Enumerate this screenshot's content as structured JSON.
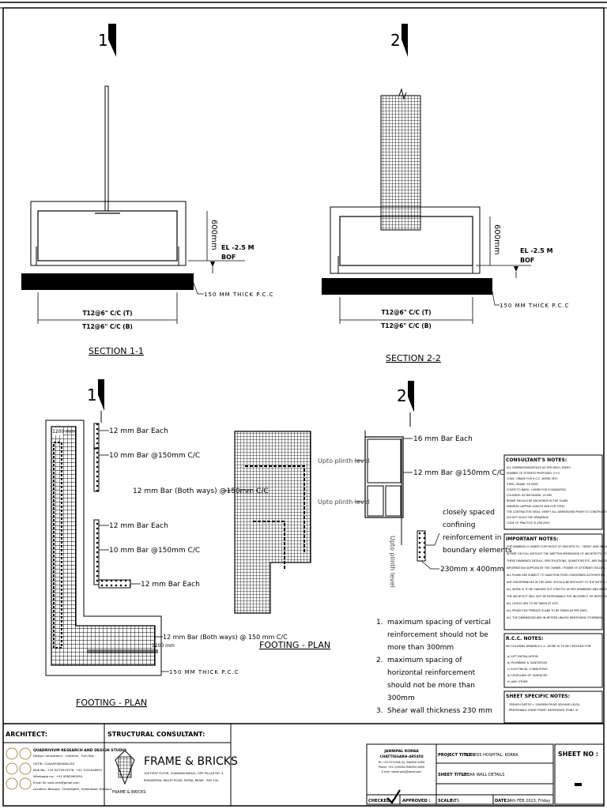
{
  "sheet_labels": {
    "section_marker_1": "1",
    "section_marker_2": "2",
    "section_1_title": "SECTION 1-1",
    "section_2_title": "SECTION 2-2",
    "footing_plan_left": "FOOTING - PLAN",
    "footing_plan_mid": "FOOTING - PLAN"
  },
  "section_1": {
    "depth": "600mm",
    "level": "EL -2.5 M",
    "bof": "BOF",
    "pcc": "150 MM THICK P.C.C",
    "bar_top": "T12@6\" C/C (T)",
    "bar_bottom": "T12@6\" C/C (B)"
  },
  "section_2": {
    "depth": "600mm",
    "level": "EL -2.5 M",
    "bof": "BOF",
    "pcc": "150 MM THICK P.C.C",
    "bar_top": "T12@6\" C/C (T)",
    "bar_bottom": "T12@6\" C/C (B)"
  },
  "plan_left": {
    "width_label": "1200 mm",
    "side_label": "1200 mm",
    "bar_each_1": "12 mm Bar Each",
    "stirrup_1": "10 mm Bar @150mm C/C",
    "both_ways_top": "12 mm Bar (Both ways) @150mm C/C",
    "bar_each_2": "12 mm Bar Each",
    "stirrup_2": "10 mm Bar @150mm C/C",
    "bar_each_3": "12 mm Bar Each",
    "both_ways_bottom": "12 mm Bar (Both ways) @ 150 mm C/C",
    "pcc": "150 MM THICK P.C.C"
  },
  "wall_detail": {
    "bar_each": "16 mm Bar Each",
    "stirrup": "12 mm Bar @150mm C/C",
    "plinth_1": "Upto plinth level",
    "plinth_2": "Upto plinth level",
    "plinth_vertical": "Upto plinth level",
    "confining": [
      "closely spaced",
      "confining",
      "reinforcement in",
      "boundary elements"
    ],
    "element_size": "230mm x 400mm"
  },
  "notes_list": [
    {
      "num": "1.",
      "lines": [
        "maximum spacing of vertical",
        "reinforcement should not be",
        "more than 300mm"
      ]
    },
    {
      "num": "2.",
      "lines": [
        "maximum spacing of",
        "horizontal reinforcement",
        "should not be more than",
        "300mm"
      ]
    },
    {
      "num": "3.",
      "lines": [
        "Shear wall thickness 230 mm"
      ]
    }
  ],
  "notes_panel": {
    "consultant_title": "CONSULTANT'S NOTES:",
    "consultant_lines": [
      "ALL DIMENSIONS/DETAILS AS PER ARCH. DWGS.",
      "NUMBER OF STOREYS PROPOSED: G+3",
      "CONC. GRADE FOR R.C.C. WORK: M25",
      "STEEL GRADE: FE-500D",
      "COVER TO BARS: +40MM FOR FOUNDATION",
      "COLUMNS: 40 MM   BEAMS: 25 MM",
      "REBAR SHOULD BE ANCHORED IN THE SLABS",
      "MINIMUM LAPPING LENGTH 48D FOR STEEL",
      "THE CONTRACTOR SHALL VERIFY ALL DIMENSIONS PRIOR TO CONSTRUCTION",
      "DO NOT SCALE THE DRAWINGS",
      "CODE OF PRACTICE IS 456:2000"
    ],
    "important_title": "IMPORTANT NOTES:",
    "important_lines": [
      "THE DRAWING IS UNDER COPY RIGHT OF ARCHITECTS - \"QRDS\" AND SHALL NOT BE USED",
      "IN PART OR FULL WITHOUT THE WRITTEN PERMISSION OF ARCHITECTS - \"QRDS\"",
      "THESE DRAWINGS DETAILS, SPECIFICATIONS, QUANTITIES ETC. ARE BASED ON THE",
      "INFORMATION SUPPLIED BY THE OWNER / POWER OF ATTORNEY HOLDER, BUILDER",
      "ALL PLANS ARE SUBJECT TO SANCTION FROM CONCERNED AUTHORITIES.",
      "ANY DISCREPANCIES IN THE DWG. SHOULD BE BROUGHT TO THE NOTICE OF THE ARCHITECTS.",
      "ALL WORK IS TO BE CARRIED OUT STRICTLY AS PER DRAWINGS AND INSTRUCTIONS GIVEN AT SITE.",
      "THE ARCHITECT WILL NOT BE RESPONSIBLE FOR INCORRECT OR DEFECTIVE WORK.",
      "ALL LEVELS ARE TO BE TAKEN AT SITE.",
      "ALL PROJECTED TERRACE SLABS TO BE TAKEN AS PER DWG.",
      "ALL THE DIMENSIONS ARE IN METERS UNLESS MENTIONED OTHERWISE."
    ],
    "rcc_title": "R.C.C. NOTES:",
    "rcc_intro": "NO COLUMNS DRAWN R.C.C. WORK IS TO BE CHECKED FOR:",
    "rcc_items": [
      "a)  LIFT INSTALLATION",
      "b)  PLUMBING & SANITATION",
      "c)  ELECTRICAL CONDUITING",
      "d)  LEVELLING OF SURFACES",
      "e)  ANY OTHER"
    ],
    "sheet_specific_title": "SHEET SPECIFIC NOTES:",
    "sheet_specific_lines": [
      "TRENCH DEPTH = 2500MM FROM GROUND LEVEL",
      "PREFERABLE START POINT: REFERENCE POINT 'A'"
    ]
  },
  "title_block": {
    "architect_label": "ARCHITECT:",
    "structural_label": "STRUCTURAL CONSULTANT:",
    "studio_name": "QUADRIVIUM RESEARCH AND DESIGN STUDIO",
    "studio_tag": "Design Consultancy . Interiors . Turn Key",
    "studio_lines": [
      "GSTIN: 22AAAFQ6046A1ZG",
      "Mob No.: +91 8279319776, +91 7024506901",
      "Whatsapp no.: +91 9582060094",
      "Email ID: qrds.info@gmail.com",
      "Location: Bilaspur, Chandigarh, Hyderabad, Bilaspur"
    ],
    "firm_name": "FRAME & BRICKS",
    "firm_small": "FRAME & BRICKS",
    "firm_address_1": "106 FIRST FLOOR, CHANDAN MAHAL, OPP. PILLAR NO. 3,",
    "firm_address_2": "RUKANPURA, BAILEY ROAD, PATNA, BIHAR - 800 100",
    "client_name": "JANNIPAL KORBA",
    "client_city": "CHATTISGARH-495450",
    "client_lines": [
      "Ph: +91-9770308 (S), RAKESH GARG",
      "Phone: +91 (0)90000 RAKESH GARG",
      "E-mail: rakesh.garg@gmail.com"
    ],
    "project_label": "PROJECT TITLE :",
    "project_value": "50 BEDS HOSPITAL, KORBA",
    "sheet_title_label": "SHEET TITLE :",
    "sheet_title_value": "SHEAR WALL DETAILS",
    "scale_label": "SCALE :",
    "scale_value": "NTS",
    "date_label": "DATE :",
    "date_value": "24th FEB 2023, Friday",
    "checked_label": "CHECKED :",
    "approved_label": "APPROVED :",
    "sheet_no_label": "SHEET NO :"
  }
}
